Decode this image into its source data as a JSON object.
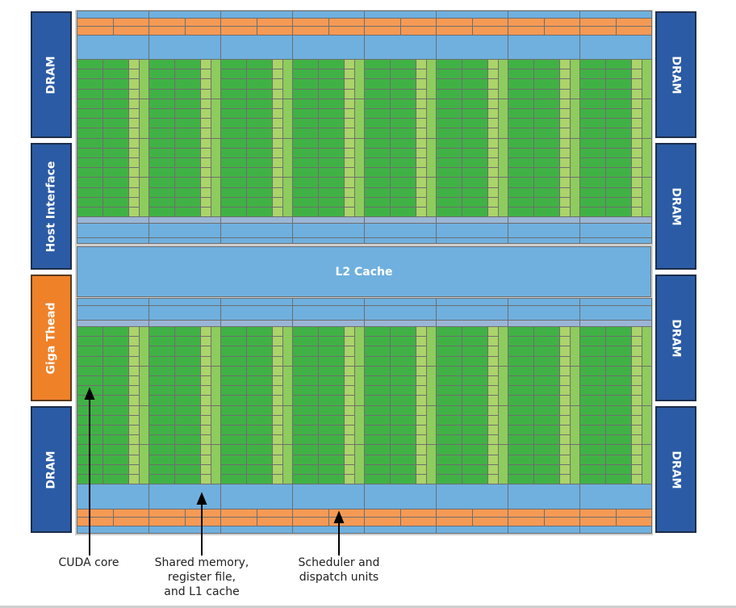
{
  "diagram": {
    "left_blocks": [
      {
        "label": "DRAM",
        "kind": "dram"
      },
      {
        "label": "Host Interface",
        "kind": "host"
      },
      {
        "label": "Giga Thead",
        "kind": "thread"
      },
      {
        "label": "DRAM",
        "kind": "dram"
      }
    ],
    "right_blocks": [
      {
        "label": "DRAM"
      },
      {
        "label": "DRAM"
      },
      {
        "label": "DRAM"
      },
      {
        "label": "DRAM"
      }
    ],
    "l2_cache_label": "L2 Cache",
    "sm_columns": 8,
    "core_rows_per_half": 16,
    "colors": {
      "dram": "#2b5ba4",
      "giga_thread": "#ef8129",
      "cache_blue": "#6fb0df",
      "scheduler_orange": "#f59a55",
      "cuda_core_green": "#40b245",
      "ld_st_lightgreen": "#abd46a",
      "sfu_green": "#8ecc5d"
    },
    "callouts": [
      {
        "label_lines": [
          "CUDA core"
        ]
      },
      {
        "label_lines": [
          "Shared memory,",
          "register file,",
          "and L1 cache"
        ]
      },
      {
        "label_lines": [
          "Scheduler and",
          "dispatch units"
        ]
      }
    ]
  }
}
